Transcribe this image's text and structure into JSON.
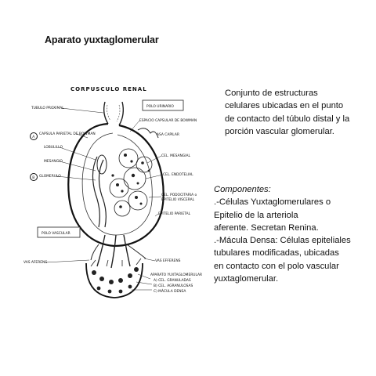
{
  "page": {
    "title": "Aparato yuxtaglomerular"
  },
  "figure": {
    "title": "CORPUSCULO RENAL",
    "labels": {
      "tubulo_proximal": "TUBULO PROXIMAL",
      "polo_urinario": "POLO URINARIO",
      "espacio_capsular": "ESPACIO CAPSULAR DE BOWMAN",
      "capsula_parietal": "CAPSULA PARIETAL DE BOWMAN",
      "asa_capilar": "ASA CAPILAR",
      "lobulillo": "LOBULILLO",
      "cel_mesangial": "CEL. MESANGIAL",
      "mesangio": "MESANGIO",
      "cel_endotelial": "CEL. ENDOTELIAL",
      "glomerulo": "GLOMERULO",
      "cel_podocitaria": "CEL. PODOCITARIA o",
      "epitelio_visceral": "EPITELIO VISCERAL",
      "epitelio_parietal": "EPITELIO PARIETAL",
      "polo_vascular": "POLO VASCULAR",
      "vas_aferens": "VAS AFERENS",
      "vas_efferens": "VAS EFFERENS",
      "aparato_yuxta": "APARATO YUXTAGLOMERULAR",
      "a_cel_granuladas": "A) CEL. GRANULADAS",
      "b_cel_agranulosas": "B) CEL. AGRANULOSAS",
      "c_macula_densa": "C) MÁCULA DENSA",
      "marker_a": "A",
      "marker_b": "B"
    }
  },
  "description": {
    "lines": [
      "Conjunto de estructuras",
      "celulares ubicadas en el punto",
      "de contacto del túbulo distal y la",
      "porción vascular glomerular."
    ]
  },
  "components": {
    "heading": "Componentes:",
    "lines": [
      ".-Células Yuxtaglomerulares o",
      "Epitelio de la arteriola",
      "aferente. Secretan Renina.",
      ".-Mácula Densa: Células epiteliales",
      "tubulares modificadas, ubicadas",
      "en contacto con el polo vascular",
      "yuxtaglomerular."
    ]
  }
}
